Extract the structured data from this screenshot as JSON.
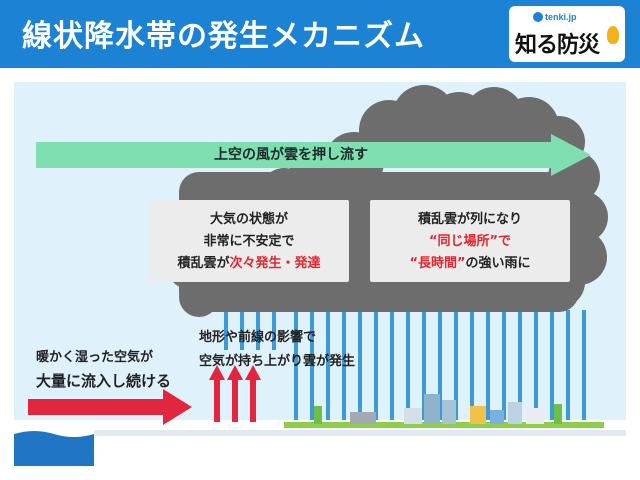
{
  "header": {
    "title": "線状降水帯の発生メカニズム",
    "logo_sub": "tenki.jp",
    "logo_main": "知る防災"
  },
  "wind_label": "上空の風が雲を押し流す",
  "box_left": {
    "line1": "大気の状態が",
    "line2": "非常に不安定で",
    "line3_prefix": "積乱雲が",
    "line3_red": "次々発生・発達"
  },
  "box_right": {
    "line1": "積乱雲が列になり",
    "line2_red": "“同じ場所”で",
    "line3_red": "“長時間”",
    "line3_suffix": "の強い雨に"
  },
  "left_label": {
    "line1": "暖かく湿った空気が",
    "line2_red": "大量に流入し続ける"
  },
  "mid_label": {
    "line1": "地形や前線の影響で",
    "line2": "空気が持ち上がり雲が発生"
  },
  "colors": {
    "header_blue": "#1c82d4",
    "accent_red": "#e3262f",
    "wind_green": "#7fdfb0",
    "rain_blue": "#3b9ad8",
    "sea_blue": "#1f74c4",
    "cloud_gray": "#6d6d6d"
  },
  "icons": [
    "sun-icon",
    "flame-icon",
    "wind-arrow-icon",
    "warm-air-arrow-icon",
    "updraft-arrow-icon"
  ]
}
